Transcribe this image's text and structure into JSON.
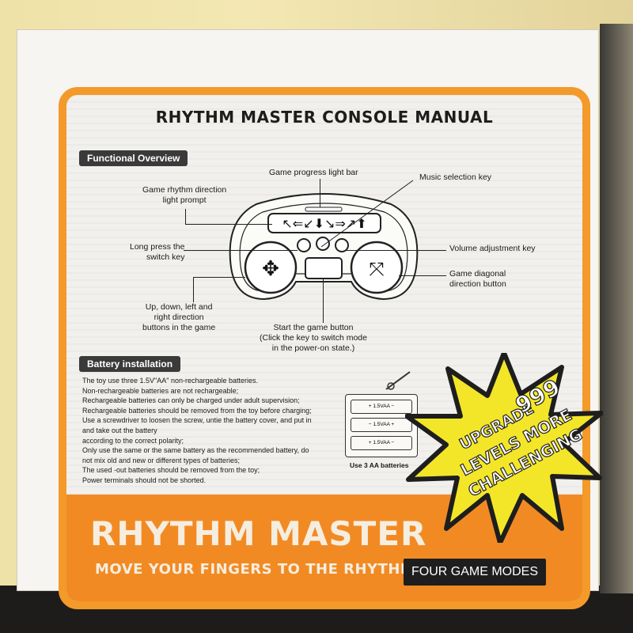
{
  "manual": {
    "title": "RHYTHM MASTER CONSOLE MANUAL",
    "functional_overview_tag": "Functional Overview",
    "labels": {
      "progress_bar": "Game progress light bar",
      "music_key": "Music selection key",
      "rhythm_prompt_1": "Game rhythm direction",
      "rhythm_prompt_2": "light prompt",
      "switch_key_1": "Long press the",
      "switch_key_2": "switch key",
      "volume_key": "Volume adjustment key",
      "diagonal_1": "Game diagonal",
      "diagonal_2": "direction button",
      "dir_1": "Up, down, left and",
      "dir_2": "right direction",
      "dir_3": "buttons in the game",
      "start_1": "Start the game button",
      "start_2": "(Click the key to switch mode",
      "start_3": "in the power-on state.)"
    },
    "battery_tag": "Battery installation",
    "battery_lines": [
      "The toy use three 1.5V\"AA\" non-rechargeable batteries.",
      "Non-rechargeable batteries are not rechargeable;",
      "Rechargeable batteries can only be charged under adult supervision;",
      "Rechargeable batteries should be removed from the toy before charging;",
      "Use a screwdriver to loosen the screw, untie the battery cover, and put in",
      "and take out the battery",
      "according to the correct polarity;",
      "Only use the same or the same battery as the recommended battery, do",
      "not mix old and new or different types of batteries;",
      "The used -out batteries should be removed from the toy;",
      "Power terminals should not be shorted."
    ],
    "battery_cell_label": "1.5VAA",
    "battery_caption": "Use 3 AA batteries"
  },
  "promo": {
    "brand": "RHYTHM MASTER",
    "tagline": "MOVE YOUR FINGERS TO THE RHYTHM",
    "burst_line1": "UPGRADE",
    "burst_number": "999",
    "burst_line2": "LEVELS MORE",
    "burst_line3": "CHALLENGING",
    "modes": "FOUR GAME MODES"
  },
  "colors": {
    "accent_orange": "#f28a23",
    "burst_yellow": "#f3e629",
    "dark": "#1e1e1e"
  }
}
